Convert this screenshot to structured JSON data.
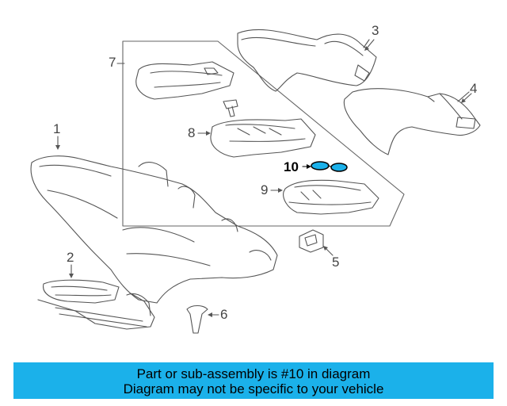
{
  "callouts": {
    "n1": "1",
    "n2": "2",
    "n3": "3",
    "n4": "4",
    "n5": "5",
    "n6": "6",
    "n7": "7",
    "n8": "8",
    "n9": "9",
    "n10": "10"
  },
  "highlight": {
    "part_number": "10",
    "color": "#1bb1ea"
  },
  "banner": {
    "line1": "Part or sub-assembly is #10 in diagram",
    "line2": "Diagram may not be specific to your vehicle",
    "background": "#1bb1ea"
  }
}
